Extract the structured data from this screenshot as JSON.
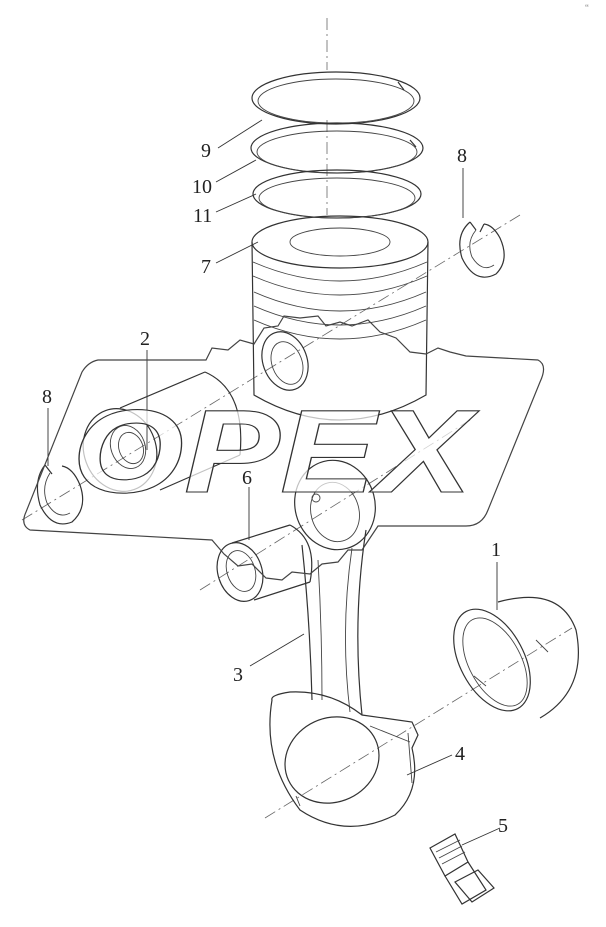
{
  "diagram": {
    "corner_mark": "‘‘",
    "watermark_text": "OPEX",
    "callouts": [
      {
        "id": "9",
        "label": "9"
      },
      {
        "id": "10",
        "label": "10"
      },
      {
        "id": "11",
        "label": "11"
      },
      {
        "id": "7",
        "label": "7"
      },
      {
        "id": "8-right",
        "label": "8"
      },
      {
        "id": "2",
        "label": "2"
      },
      {
        "id": "8-left",
        "label": "8"
      },
      {
        "id": "6",
        "label": "6"
      },
      {
        "id": "1",
        "label": "1"
      },
      {
        "id": "3",
        "label": "3"
      },
      {
        "id": "4",
        "label": "4"
      },
      {
        "id": "5",
        "label": "5"
      }
    ]
  }
}
